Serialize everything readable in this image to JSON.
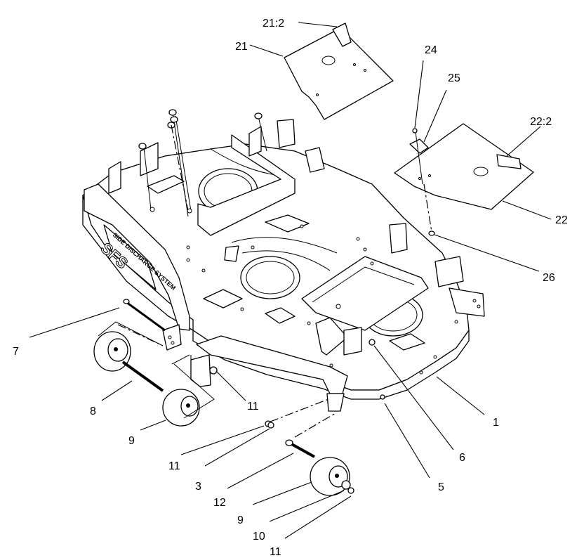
{
  "callouts": {
    "c21_2": "21:2",
    "c21": "21",
    "c24": "24",
    "c25": "25",
    "c22_2": "22:2",
    "c22": "22",
    "c26": "26",
    "c7": "7",
    "c8": "8",
    "c9a": "9",
    "c11a": "11",
    "c11b": "11",
    "c3": "3",
    "c12": "12",
    "c9b": "9",
    "c10": "10",
    "c11c": "11",
    "c1": "1",
    "c6": "6",
    "c5": "5"
  },
  "decal": {
    "system_text": "SIDE DISCHARGE SYSTEM",
    "brand_text": "SFS"
  },
  "colors": {
    "line": "#000000",
    "background": "#ffffff"
  }
}
